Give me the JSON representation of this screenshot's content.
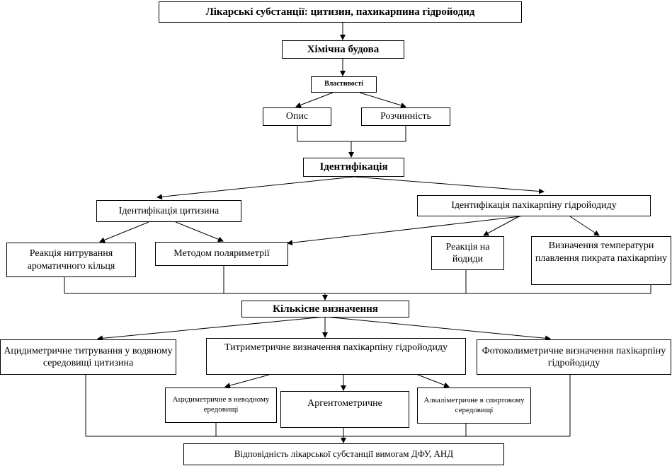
{
  "nodes": {
    "substances": "Лікарські субстанції: цитизин, пахикарпина гідройодид",
    "chemical_structure": "Хімічна будова",
    "properties": "Властивості",
    "description": "Опис",
    "solubility": "Розчинність",
    "identification": "Ідентифікація",
    "cytisine_identification": "Ідентифікація цитизина",
    "pachycarpine_identification": "Ідентифікація пахікарпіну гідройодиду",
    "nitration_reaction": "Реакція нитрування ароматичного кільця",
    "polarimetry": "Методом поляриметрії",
    "iodide_reaction": "Реакція на йодиди",
    "melting_point": "Визначення температури плавлення пикрата пахікарпіну",
    "quantitative": "Кількісне визначення",
    "acidimetric_aqueous": "Ацидиметричне титрування у водяному середовищі цитизина",
    "titrimetric_pachycarpine": "Титриметричне визначення пахікарпіну гідройодиду",
    "photocolorimetric": "Фотоколиметричне визначення пахікарпіну гідройодиду",
    "acidimetric_nonaqueous": "Ацидиметричне в неводному ередовищі",
    "argentometric": "Аргентометричне",
    "alkalimetric": "Алкаліметричне в спиртовому середовищі",
    "conformity": "Відповідність лікарської субстанції вимогам ДФУ, АНД"
  }
}
